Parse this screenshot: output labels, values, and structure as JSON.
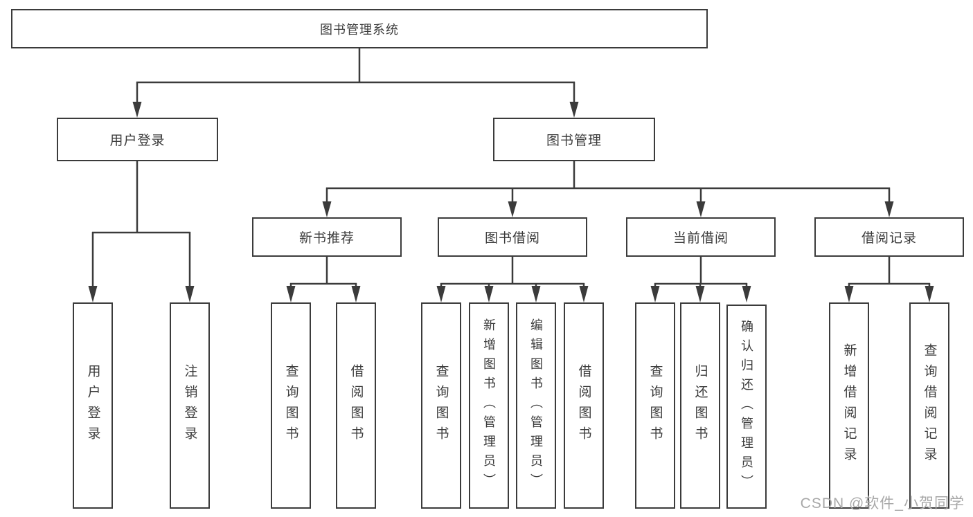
{
  "diagram": {
    "watermark": "CSDN @软件_小贺同学",
    "line_color": "#3b3b3b",
    "tree": {
      "root": {
        "label": "图书管理系统"
      },
      "branches": [
        {
          "label": "用户登录",
          "children": [
            {
              "label": "用户登录"
            },
            {
              "label": "注销登录"
            }
          ]
        },
        {
          "label": "图书管理",
          "groups": [
            {
              "label": "新书推荐",
              "children": [
                {
                  "label": "查询图书"
                },
                {
                  "label": "借阅图书"
                }
              ]
            },
            {
              "label": "图书借阅",
              "children": [
                {
                  "label": "查询图书"
                },
                {
                  "label": "新增图书（管理员）"
                },
                {
                  "label": "编辑图书（管理员）"
                },
                {
                  "label": "借阅图书"
                }
              ]
            },
            {
              "label": "当前借阅",
              "children": [
                {
                  "label": "查询图书"
                },
                {
                  "label": "归还图书"
                },
                {
                  "label": "确认归还（管理员）"
                }
              ]
            },
            {
              "label": "借阅记录",
              "children": [
                {
                  "label": "新增借阅记录"
                },
                {
                  "label": "查询借阅记录"
                }
              ]
            }
          ]
        }
      ]
    }
  }
}
